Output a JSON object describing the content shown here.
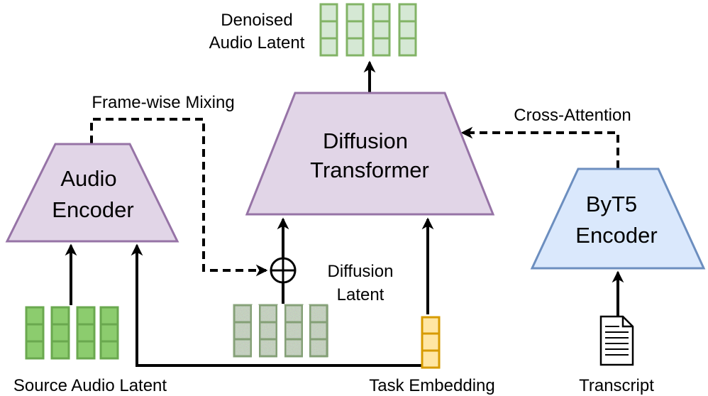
{
  "labels": {
    "denoised_line1": "Denoised",
    "denoised_line2": "Audio Latent",
    "frame_wise_mixing": "Frame-wise Mixing",
    "cross_attention": "Cross-Attention",
    "diffusion_transformer_line1": "Diffusion",
    "diffusion_transformer_line2": "Transformer",
    "audio_encoder_line1": "Audio",
    "audio_encoder_line2": "Encoder",
    "byt5_line1": "ByT5",
    "byt5_line2": "Encoder",
    "diffusion_latent_line1": "Diffusion",
    "diffusion_latent_line2": "Latent",
    "source_audio_latent": "Source Audio Latent",
    "task_embedding": "Task Embedding",
    "transcript": "Transcript"
  },
  "colors": {
    "purple_fill": "#e1d5e7",
    "purple_stroke": "#9673a6",
    "blue_fill": "#dae8fc",
    "blue_stroke": "#6c8ebf",
    "green_fill": "#8ccc6e",
    "green_stroke": "#6aa84f",
    "light_green_fill": "#d5e8d4",
    "light_green_stroke": "#82b366",
    "orange_fill": "#ffe6a3",
    "orange_stroke": "#d79b00",
    "arrow": "#000000"
  },
  "icons": {
    "transcript": "document-icon",
    "sum": "plus-circle-icon"
  }
}
